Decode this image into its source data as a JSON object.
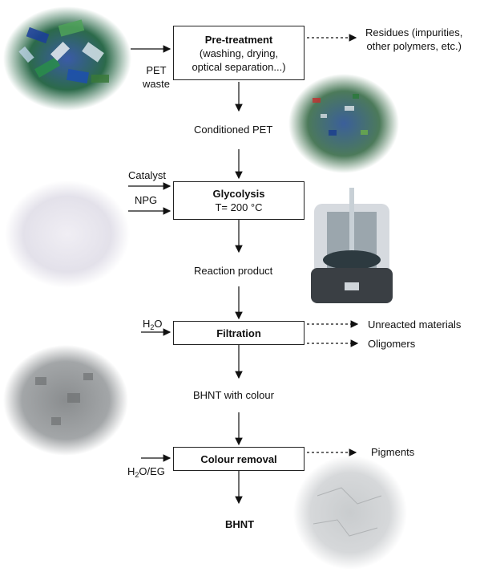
{
  "steps": {
    "pretreatment": {
      "title": "Pre-treatment",
      "detail": "(washing, drying,",
      "detail2": "optical separation...)"
    },
    "glycolysis": {
      "title": "Glycolysis",
      "detail": "T= 200 °C"
    },
    "filtration": {
      "title": "Filtration"
    },
    "colour_removal": {
      "title": "Colour removal"
    }
  },
  "intermediates": {
    "conditioned": "Conditioned PET",
    "reaction_product": "Reaction product",
    "bhnt_colour": "BHNT with colour",
    "bhnt": "BHNT"
  },
  "inputs": {
    "pet_waste_1": "PET",
    "pet_waste_2": "waste",
    "catalyst": "Catalyst",
    "npg": "NPG",
    "h2o_a": "H",
    "h2o_sub": "2",
    "h2o_b": "O",
    "h2oeg_a": "H",
    "h2oeg_sub": "2",
    "h2oeg_b": "O/EG"
  },
  "outputs": {
    "residues_1": "Residues (impurities,",
    "residues_2": "other polymers, etc.)",
    "unreacted": "Unreacted materials",
    "oligomers": "Oligomers",
    "pigments": "Pigments"
  }
}
